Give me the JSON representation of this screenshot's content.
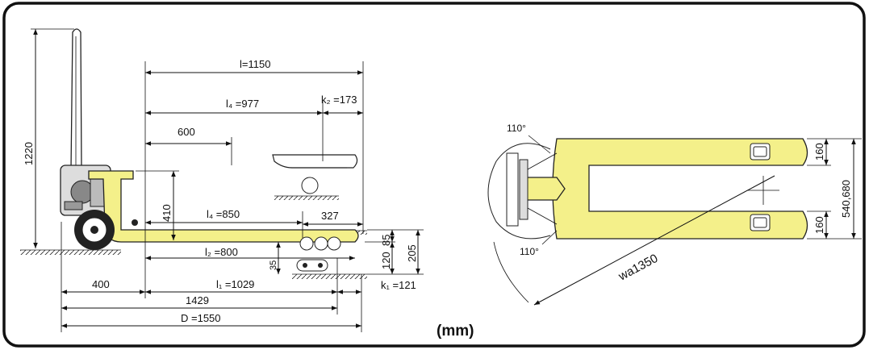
{
  "unit": "(mm)",
  "side_view": {
    "overall_height": "1220",
    "length_l": "l=1150",
    "l4_977": "l₄ =977",
    "k2": "k₂ =173",
    "load_centre": "600",
    "lift_height": "410",
    "l4_850": "l₄ =850",
    "dim_327": "327",
    "dim_85": "85",
    "dim_205": "205",
    "dim_120": "120",
    "dim_35": "35",
    "l2": "l₂ =800",
    "dim_400": "400",
    "l1": "l₁ =1029",
    "k1": "k₁ =121",
    "dim_1429": "1429",
    "overall_length": "D =1550"
  },
  "top_view": {
    "angle_top": "110°",
    "angle_bottom": "110°",
    "fork_width_top": "160",
    "fork_width_bottom": "160",
    "overall_width": "540,680",
    "turning_radius": "wa1350"
  },
  "colors": {
    "body": "#f4f08a",
    "frame": "#111111"
  }
}
